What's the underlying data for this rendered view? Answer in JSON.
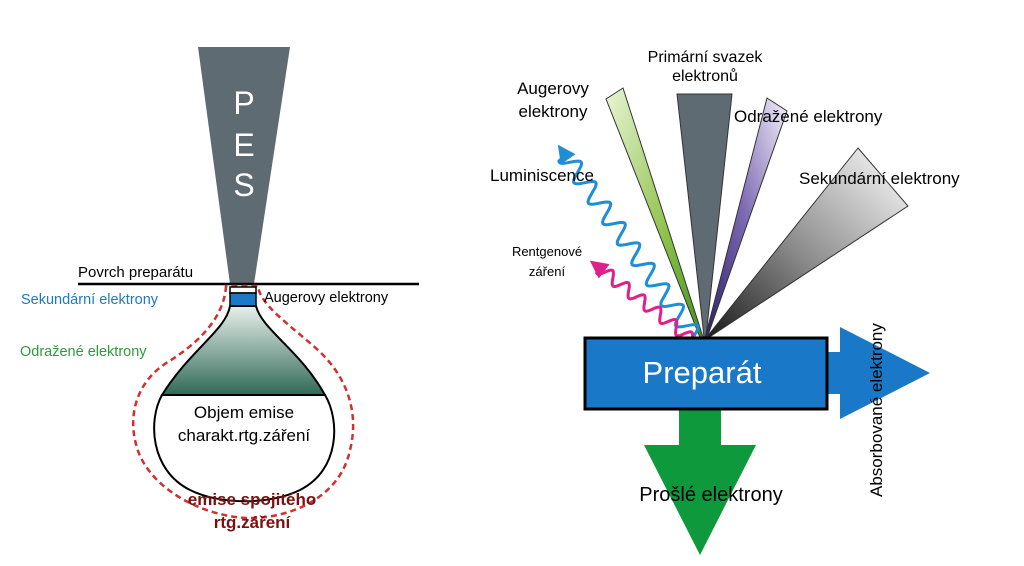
{
  "left_diagram": {
    "beam_label_letters": [
      "P",
      "E",
      "S"
    ],
    "surface_label": "Povrch preparátu",
    "secondary_label": "Sekundární elektrony",
    "auger_label": "Augerovy elektrony",
    "backscattered_label": "Odražené elektrony",
    "char_xray_line1": "Objem emise",
    "char_xray_line2": "charakt.rtg.záření",
    "continuous_line1": "emise spojitého",
    "continuous_line2": "rtg.záření",
    "colors": {
      "beam": "#5f6b73",
      "secondary": "#1b79c8",
      "backscattered": "#2e9a3c",
      "dashed": "#d32f2f",
      "continuous_text": "#7a1010"
    }
  },
  "right_diagram": {
    "primary_line1": "Primární svazek",
    "primary_line2": "elektronů",
    "auger_line1": "Augerovy",
    "auger_line2": "elektrony",
    "reflected_label": "Odražené elektrony",
    "secondary_label": "Sekundární elektrony",
    "luminescence_label": "Luminiscence",
    "xray_line1": "Rentgenové",
    "xray_line2": "záření",
    "specimen_label": "Preparát",
    "absorbed_label": "Absorbované elektrony",
    "transmitted_label": "Prošlé elektrony",
    "colors": {
      "specimen": "#1a78c8",
      "transmitted": "#0e9a3c",
      "luminescence": "#1e8fd6",
      "xray": "#e0208a"
    }
  }
}
